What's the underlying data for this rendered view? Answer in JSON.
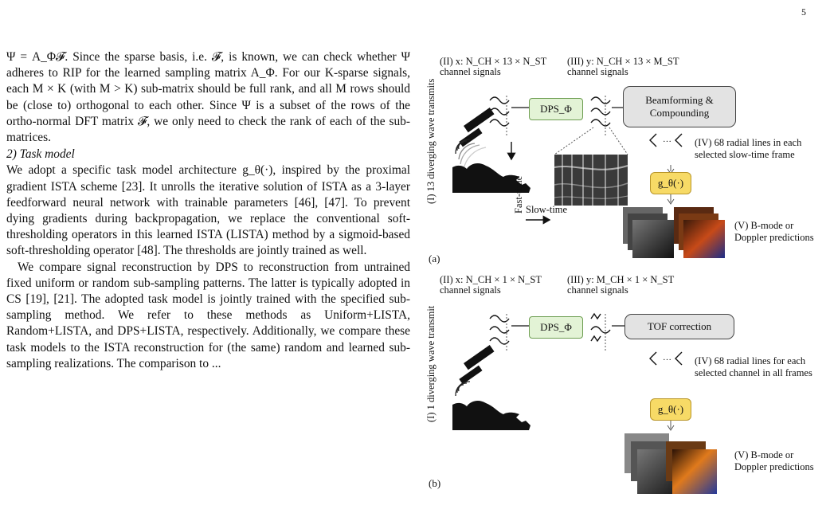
{
  "page_number": "5",
  "text": {
    "para1": "Ψ = A_Φ𝓕. Since the sparse basis, i.e. 𝓕, is known, we can check whether Ψ adheres to RIP for the learned sampling matrix A_Φ. For our K-sparse signals, each M × K (with M > K) sub-matrix should be full rank, and all M rows should be (close to) orthogonal to each other. Since Ψ is a subset of the rows of the ortho-normal DFT matrix 𝓕, we only need to check the rank of each of the sub-matrices.",
    "heading": "2) Task model",
    "para2": "We adopt a specific task model architecture g_θ(·), inspired by the proximal gradient ISTA scheme [23]. It unrolls the iterative solution of ISTA as a 3-layer feedforward neural network with trainable parameters [46], [47]. To prevent dying gradients during backpropagation, we replace the conventional soft-thresholding operators in this learned ISTA (LISTA) method by a sigmoid-based soft-thresholding operator [48]. The thresholds are jointly trained as well.",
    "para3": "We compare signal reconstruction by DPS to reconstruction from untrained fixed uniform or random sub-sampling patterns. The latter is typically adopted in CS [19], [21]. The adopted task model is jointly trained with the specified sub-sampling method. We refer to these methods as Uniform+LISTA, Random+LISTA, and DPS+LISTA, respectively. Additionally, we compare these task models to the ISTA reconstruction for (the same) random and learned sub-sampling realizations. The comparison to ..."
  },
  "figure": {
    "a": {
      "panel_label": "(a)",
      "transmits": "(I) 13 diverging wave transmits",
      "input_signal": "(II) x: N_CH × 13 × N_ST",
      "input_sub": "channel signals",
      "output_signal": "(III) y: N_CH × 13 × M_ST",
      "output_sub": "channel signals",
      "dps_label": "DPS_Φ",
      "process_label": "Beamforming & Compounding",
      "radial_label": "(IV) 68 radial lines in each selected slow-time frame",
      "task_label": "g_θ(·)",
      "fast_time": "Fast-time",
      "slow_time": "Slow-time",
      "prediction_label": "(V) B-mode or Doppler predictions"
    },
    "b": {
      "panel_label": "(b)",
      "transmits": "(I) 1 diverging wave transmit",
      "input_signal": "(II) x: N_CH × 1 × N_ST",
      "input_sub": "channel signals",
      "output_signal": "(III) y: M_CH × 1 × N_ST",
      "output_sub": "channel signals",
      "dps_label": "DPS_Φ",
      "process_label": "TOF correction",
      "radial_label": "(IV) 68 radial lines for each selected channel in all frames",
      "task_label": "g_θ(·)",
      "prediction_label": "(V) B-mode or Doppler predictions"
    }
  }
}
